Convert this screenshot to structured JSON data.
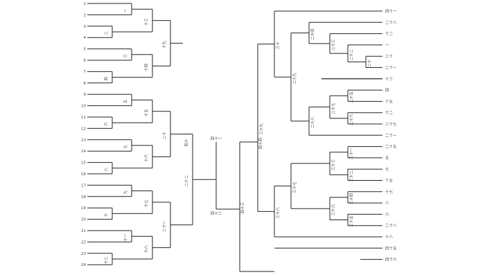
{
  "diagram": {
    "colors": {
      "line": "#222222",
      "text": "#444444",
      "background": "#ffffff"
    },
    "left_leaves": [
      "1",
      "2",
      "3",
      "4",
      "5",
      "6",
      "7",
      "8",
      "9",
      "10",
      "11",
      "12",
      "13",
      "14",
      "15",
      "16",
      "17",
      "18",
      "19",
      "20",
      "21",
      "22",
      "23",
      "24"
    ],
    "left_internal": [
      "一",
      "二",
      "三",
      "四",
      "五",
      "六",
      "七",
      "八",
      "九",
      "十",
      "十一",
      "十二",
      "十三",
      "十四",
      "十五",
      "十六",
      "十七",
      "十八",
      "十九",
      "二十",
      "二十一",
      "二十二"
    ],
    "root_labels": [
      "四十",
      "四十一",
      "四十二",
      "四十三",
      "四十四"
    ],
    "right_leaves": [
      "四十一",
      "二十八",
      "十二",
      "一",
      "二十",
      "二十一",
      "十三",
      "四",
      "十五",
      "十二",
      "二十七",
      "二十一",
      "二十五",
      "五",
      "七",
      "十五",
      "十七",
      "八",
      "六",
      "二十八",
      "十八",
      "四十五",
      "四十六"
    ],
    "right_internal": [
      "二十",
      "二十二",
      "二十三",
      "二十四",
      "二十五",
      "二十六",
      "二十七",
      "二十八",
      "二十九",
      "三十",
      "三十一",
      "三十二",
      "三十三",
      "三十四",
      "三十五",
      "三十六",
      "三十七",
      "三十八",
      "三十九"
    ]
  }
}
